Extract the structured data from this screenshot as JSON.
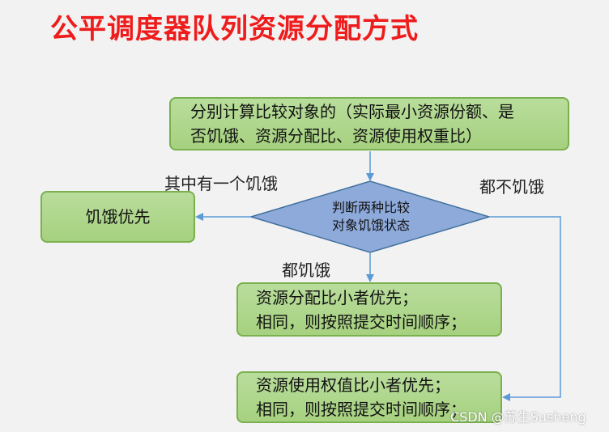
{
  "title": "公平调度器队列资源分配方式",
  "nodes": {
    "compute": "分别计算比较对象的（实际最小资源份额、是\n否饥饿、资源分配比、资源使用权重比）",
    "decision": "判断两种比较\n对象饥饿状态",
    "starving_first": "饥饿优先",
    "both_starving_rule": "资源分配比小者优先；\n相同，则按照提交时间顺序；",
    "none_starving_rule": "资源使用权值比小者优先；\n相同，则按照提交时间顺序；"
  },
  "edges": {
    "one_starving": "其中有一个饥饿",
    "none_starving": "都不饥饿",
    "both_starving": "都饥饿"
  },
  "watermark": "CSDN @苏生Susheng",
  "colors": {
    "title": "#ee1c1c",
    "box_fill": "#a9d18e",
    "box_border": "#7ab04d",
    "diamond_fill": "#8eaadb",
    "diamond_border": "#41719c",
    "arrow": "#5b9bd5"
  }
}
